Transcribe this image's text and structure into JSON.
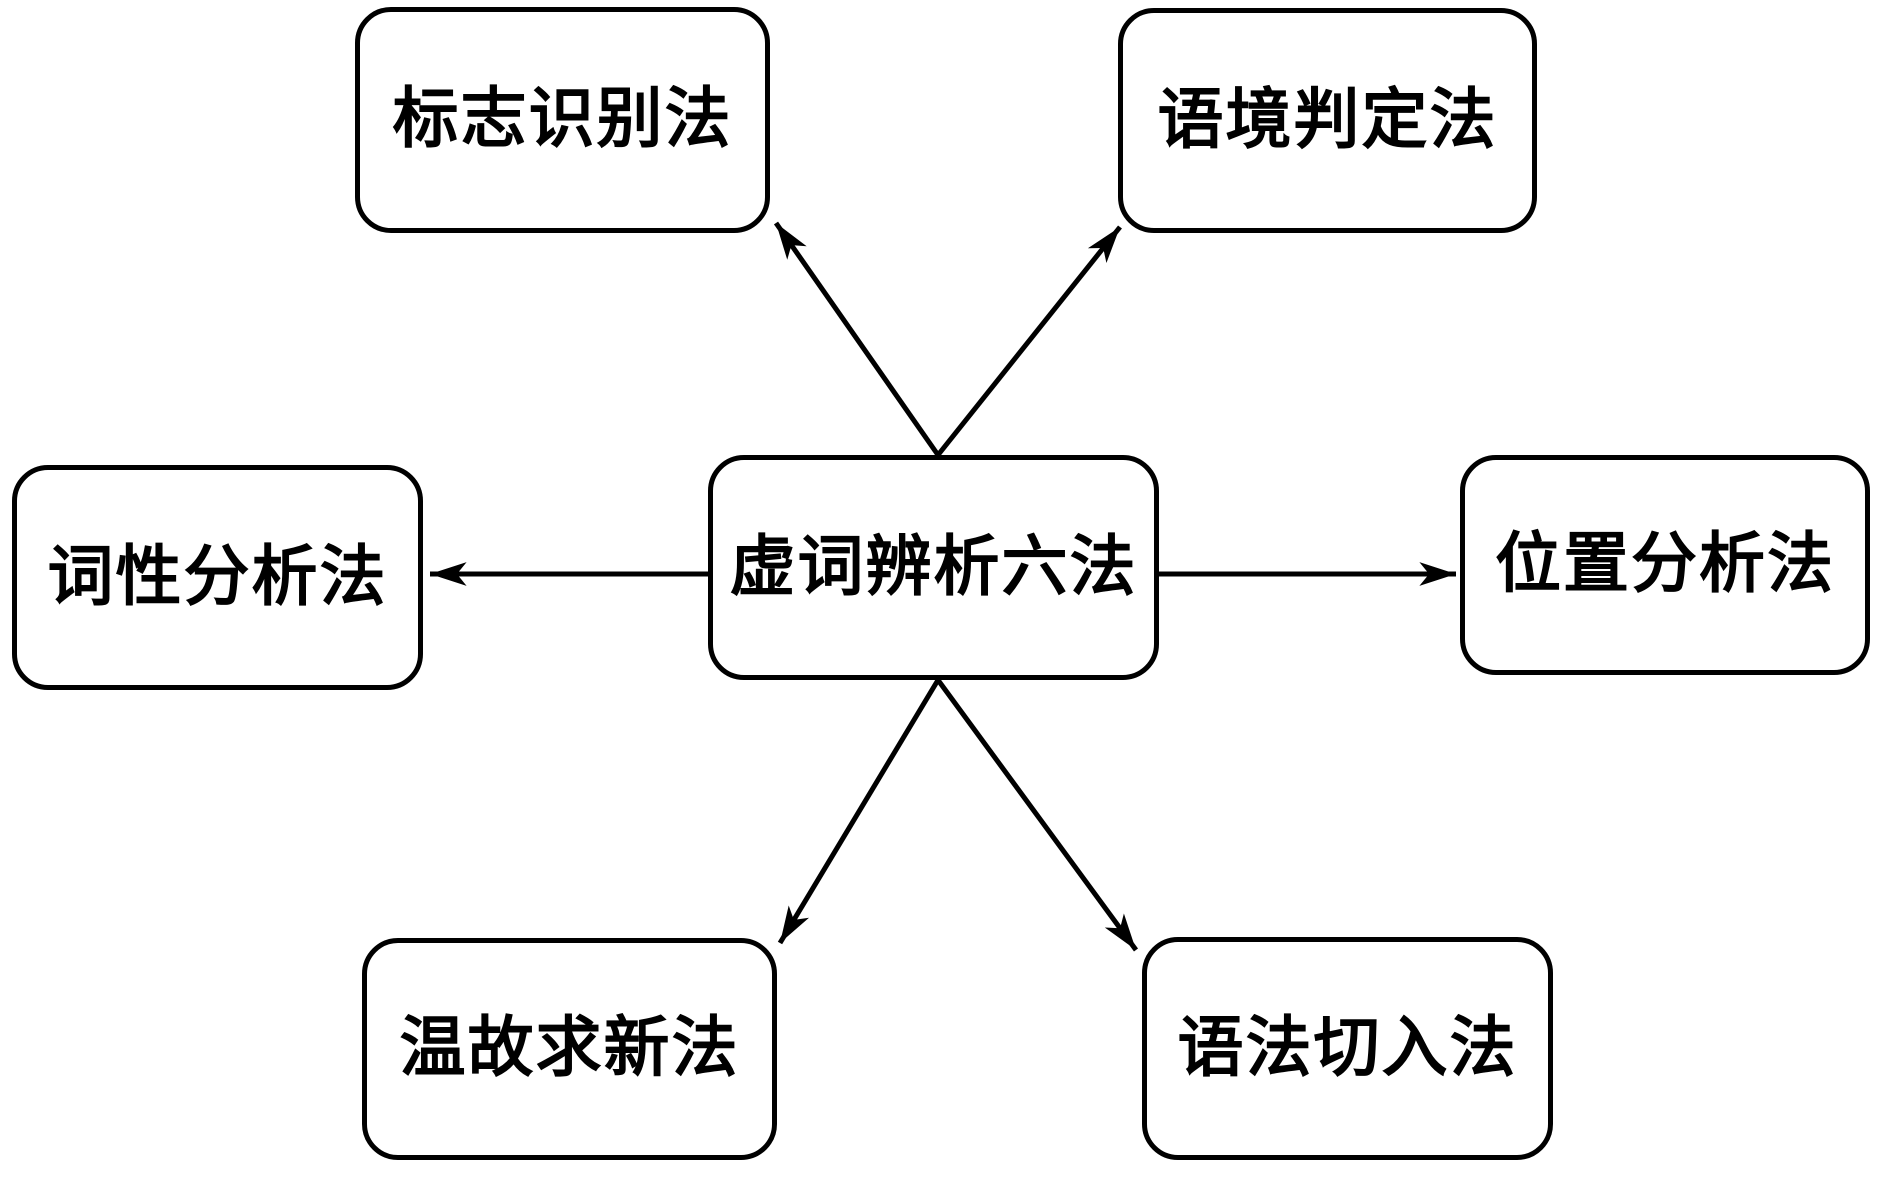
{
  "diagram": {
    "background_color": "#ffffff",
    "line_color": "#000000",
    "text_color": "#000000",
    "center_node": {
      "label": "虚词辨析六法"
    },
    "nodes": {
      "top_left": {
        "label": "标志识别法"
      },
      "top_right": {
        "label": "语境判定法"
      },
      "left": {
        "label": "词性分析法"
      },
      "right": {
        "label": "位置分析法"
      },
      "bottom_left": {
        "label": "温故求新法"
      },
      "bottom_right": {
        "label": "语法切入法"
      }
    },
    "connections": [
      {
        "from": "center",
        "to": "top_left"
      },
      {
        "from": "center",
        "to": "top_right"
      },
      {
        "from": "center",
        "to": "left"
      },
      {
        "from": "center",
        "to": "right"
      },
      {
        "from": "center",
        "to": "bottom_left"
      },
      {
        "from": "center",
        "to": "bottom_right"
      }
    ]
  }
}
